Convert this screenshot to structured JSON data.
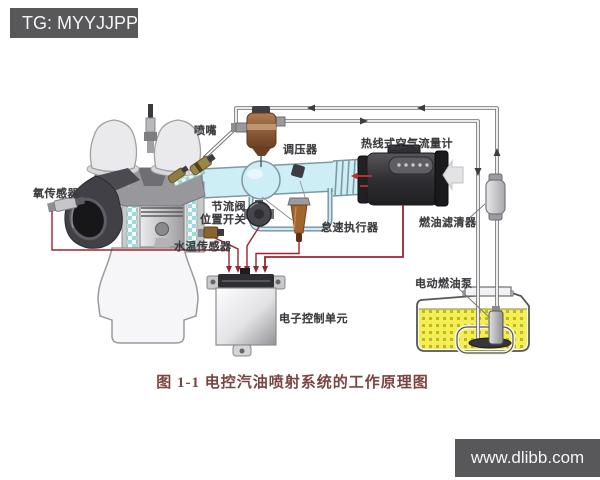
{
  "watermarks": {
    "tg": "TG: MYYJJPP",
    "site": "www.dlibb.com"
  },
  "caption": "图 1-1 电控汽油喷射系统的工作原理图",
  "diagram": {
    "labels": {
      "injector": "喷嘴",
      "pressure_regulator": "调压器",
      "air_flow_meter": "热线式空气流量计",
      "oxygen_sensor": "氧传感器",
      "throttle_switch_line1": "节流阀",
      "throttle_switch_line2": "位置开关",
      "idle_actuator": "怠速执行器",
      "water_temp_sensor": "水温传感器",
      "fuel_filter": "燃油滤清器",
      "fuel_pump": "电动燃油泵",
      "ecu": "电子控制单元"
    },
    "colors": {
      "signal_wire_red": "#9b2432",
      "intake_duct_cyan": "#cdeef5",
      "fuel_yellow": "#f3ef52",
      "flame_orange": "#f07a10",
      "watermark_bg": "#58585a",
      "caption_text": "#7a4540",
      "label_text": "#3c3c40"
    }
  }
}
